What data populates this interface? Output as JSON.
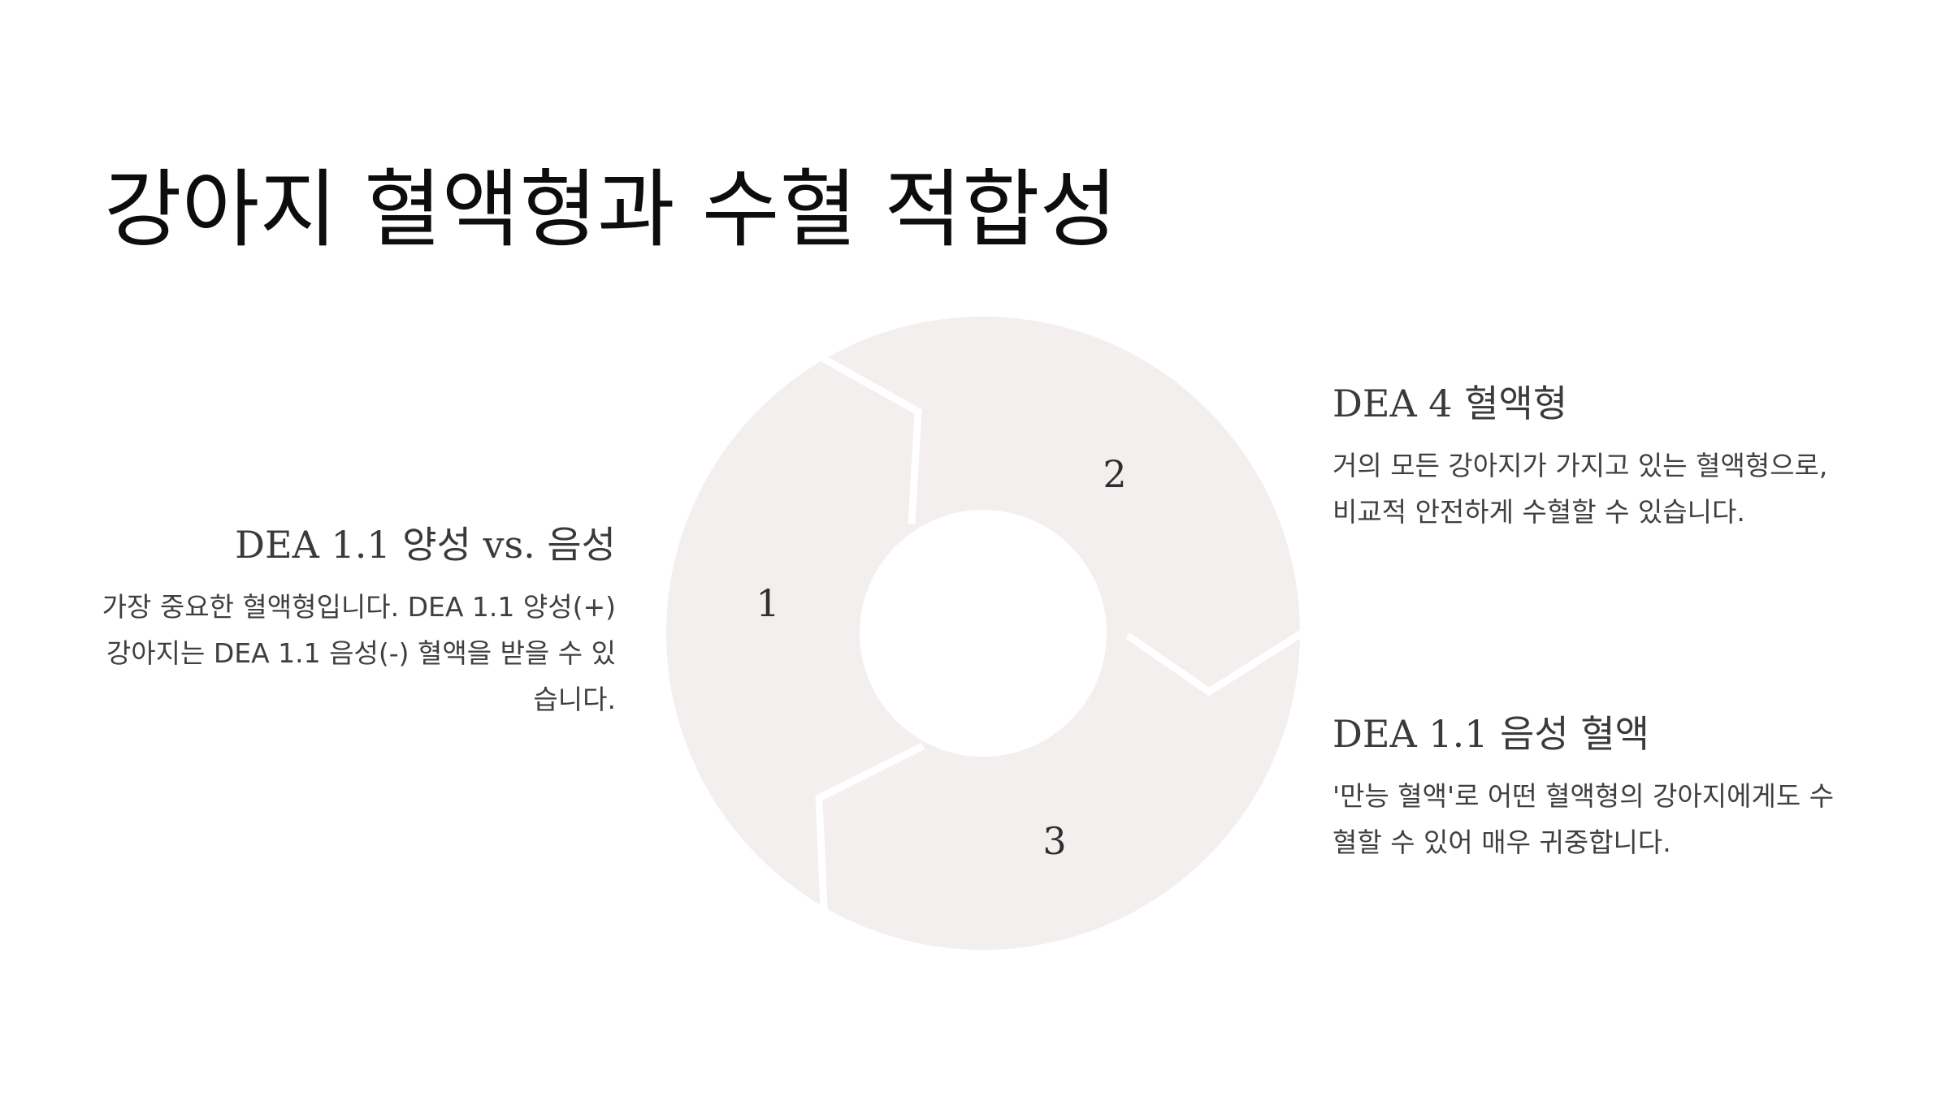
{
  "title": "강아지 혈액형과 수혈 적합성",
  "palette": {
    "segment_fill": "#f2efee",
    "separator": "#ffffff"
  },
  "cycle": {
    "steps": [
      {
        "number": "1"
      },
      {
        "number": "2"
      },
      {
        "number": "3"
      }
    ]
  },
  "blocks": {
    "left": {
      "heading": "DEA 1.1 양성 vs. 음성",
      "text": "가장 중요한 혈액형입니다. DEA 1.1 양성(+) 강아지는 DEA 1.1 음성(-) 혈액을 받을 수 있습니다."
    },
    "right_top": {
      "heading": "DEA 4 혈액형",
      "text": "거의 모든 강아지가 가지고 있는 혈액형으로, 비교적 안전하게 수혈할 수 있습니다."
    },
    "right_bottom": {
      "heading": "DEA 1.1 음성 혈액",
      "text": "'만능 혈액'로 어떤 혈액형의 강아지에게도 수혈할 수 있어 매우 귀중합니다."
    }
  }
}
